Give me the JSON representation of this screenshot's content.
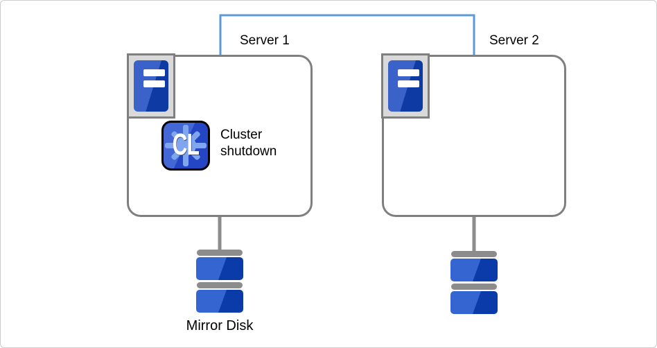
{
  "colors": {
    "interconnect_blue": "#5B9BD5",
    "box_border_gray": "#7F7F7F",
    "icon_frame_fill": "#D9D9D9",
    "server_blue_light": "#3A62C8",
    "server_blue_dark": "#0D3AA3",
    "disk_blue_light": "#3565D0",
    "disk_blue_dark": "#0B3BA8",
    "connector_gray": "#8C8C8C",
    "cl_bg_light": "#4467D6",
    "cl_bg_dark": "#2546C4",
    "cl_gear_blue": "#7FA6EF",
    "canvas_border": "#CCCCCC",
    "text_black": "#000000"
  },
  "icons": {
    "server": "server-tower-icon",
    "cluster_app": "cl-badge-icon",
    "gear": "gear-icon",
    "disk": "disk-stack-icon"
  },
  "servers": [
    {
      "label": "Server 1",
      "app": {
        "icon_text": "CL",
        "caption_lines": [
          "Cluster",
          "shutdown"
        ]
      }
    },
    {
      "label": "Server 2"
    }
  ],
  "storage": {
    "label": "Mirror Disk"
  }
}
